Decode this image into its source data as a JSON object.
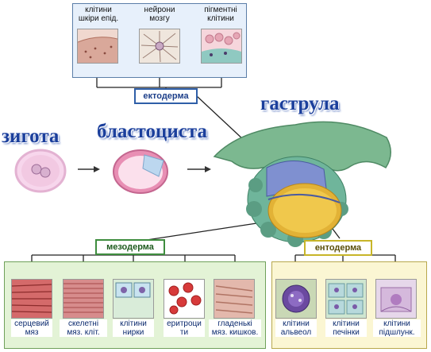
{
  "ectoderm": {
    "label": "ектодерма",
    "cells": [
      {
        "line1": "клітини",
        "line2": "шкіри епід.",
        "color": "#e8c9c0"
      },
      {
        "line1": "нейрони",
        "line2": "мозгу",
        "color": "#ece2da"
      },
      {
        "line1": "пігментні",
        "line2": "клітини",
        "color": "#f3c7d3"
      }
    ]
  },
  "stages": {
    "zygote": "зигота",
    "blastocyst": "бластоциста",
    "gastrula": "гаструла"
  },
  "mesoderm": {
    "label": "мезодерма",
    "cells": [
      {
        "line1": "серцевий",
        "line2": "мяз"
      },
      {
        "line1": "скелетні",
        "line2": "мяз. кліт."
      },
      {
        "line1": "клітини",
        "line2": "нирки"
      },
      {
        "line1": "еритроци",
        "line2": "ти"
      },
      {
        "line1": "гладенькі",
        "line2": "мяз. кишков."
      }
    ]
  },
  "endoderm": {
    "label": "ентодерма",
    "cells": [
      {
        "line1": "клітини",
        "line2": "альвеол"
      },
      {
        "line1": "клітини",
        "line2": "печінки"
      },
      {
        "line1": "клітини",
        "line2": "підшлунк."
      }
    ]
  },
  "colors": {
    "ectoderm_panel": "#e7f0fb",
    "mesoderm_panel": "#e3f3d6",
    "endoderm_panel": "#fbf6d3",
    "stage_text": "#1b3f9c"
  }
}
